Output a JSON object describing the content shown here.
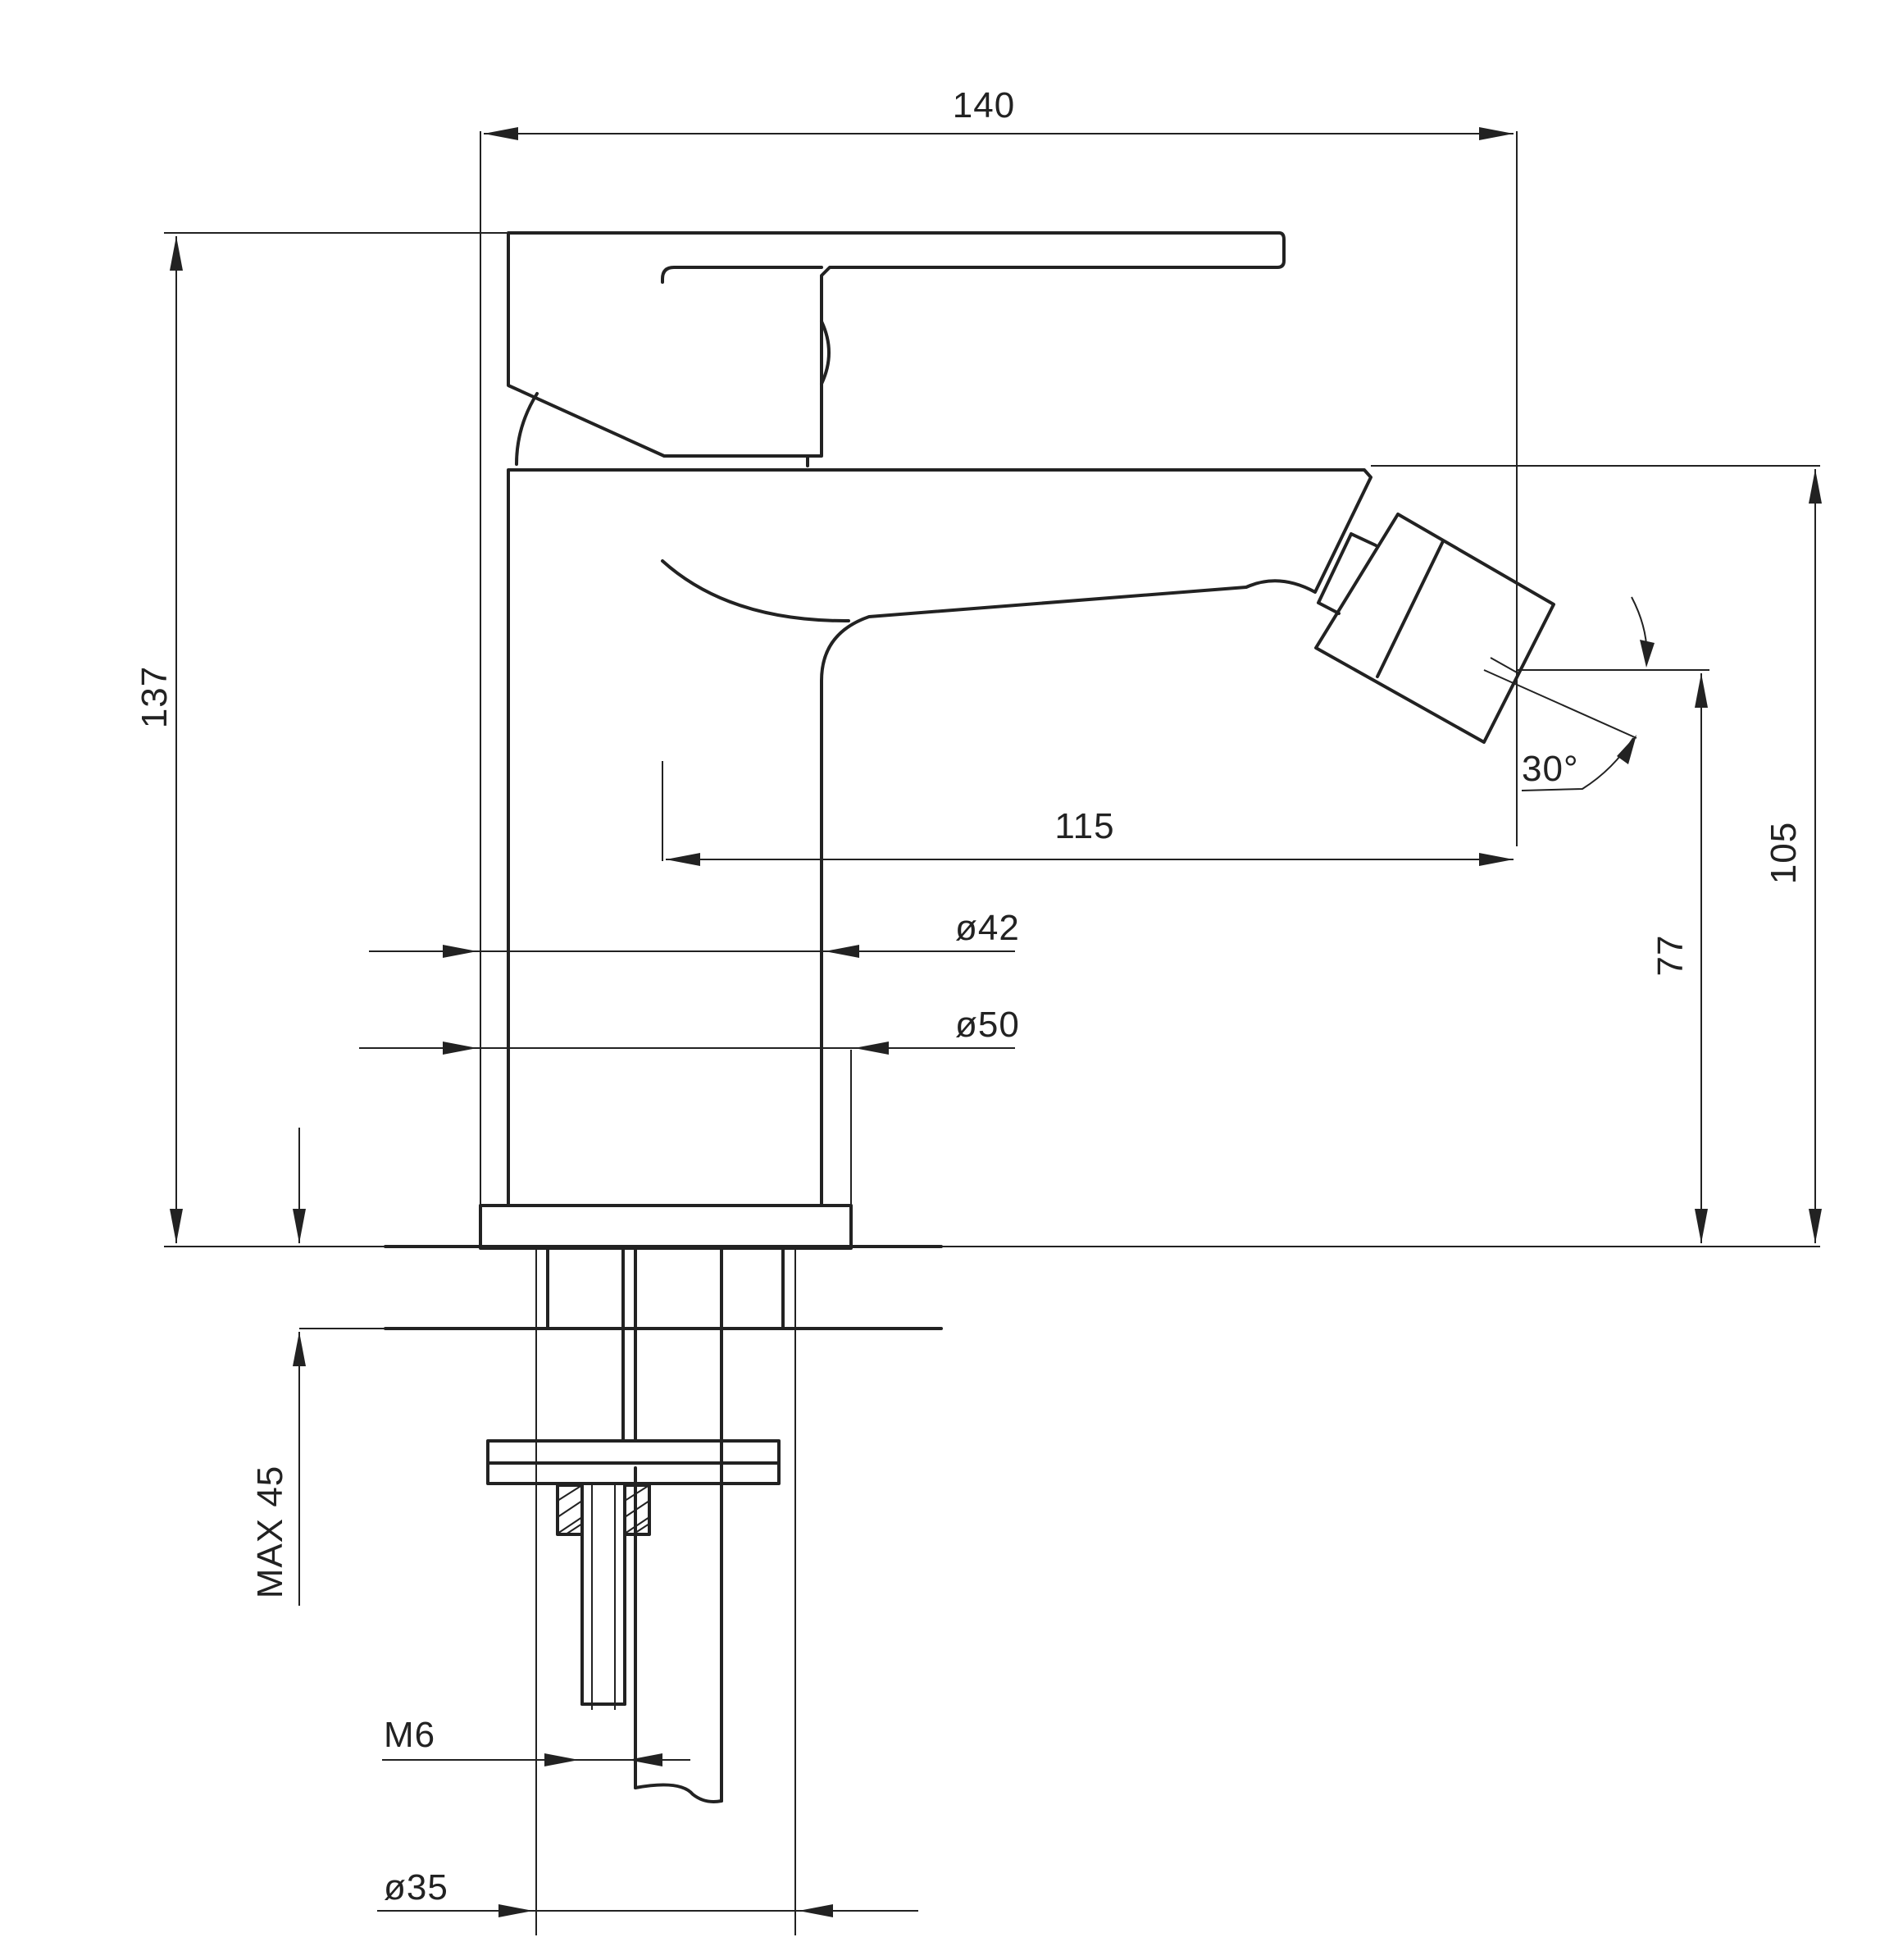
{
  "dimensions": {
    "overall_width": "140",
    "overall_height": "137",
    "spout_reach": "115",
    "spout_height": "105",
    "outlet_height": "77",
    "jet_angle": "30°",
    "body_diameter": "ø42",
    "base_diameter": "ø50",
    "max_deck_thickness": "MAX 45",
    "stud_thread": "M6",
    "hole_diameter": "ø35"
  },
  "colors": {
    "line": "#222222",
    "background": "#ffffff"
  }
}
